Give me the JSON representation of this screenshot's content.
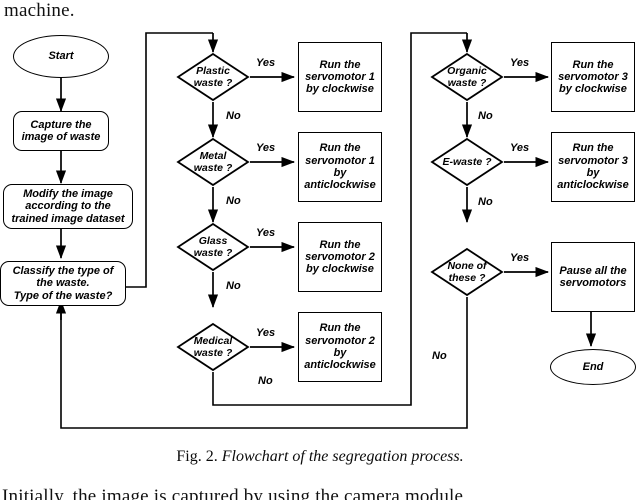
{
  "page": {
    "top_text": "machine.",
    "bottom_text": "Initially, the image is captured by using the camera module",
    "caption_label": "Fig. 2.",
    "caption_text": "Flowchart of the segregation process.",
    "ink_color": "#000000",
    "background_color": "#ffffff"
  },
  "flowchart": {
    "start": "Start",
    "end": "End",
    "steps": [
      {
        "id": "capture",
        "label": "Capture the\nimage of waste"
      },
      {
        "id": "modify",
        "label": "Modify the image\naccording to the\ntrained image dataset"
      },
      {
        "id": "classify",
        "label": "Classify the type of\nthe waste.\nType of the waste?"
      }
    ],
    "decisions": [
      {
        "id": "plastic",
        "label": "Plastic\nwaste ?",
        "yes": "Yes",
        "no": "No"
      },
      {
        "id": "metal",
        "label": "Metal\nwaste ?",
        "yes": "Yes",
        "no": "No"
      },
      {
        "id": "glass",
        "label": "Glass\nwaste ?",
        "yes": "Yes",
        "no": "No"
      },
      {
        "id": "medical",
        "label": "Medical\nwaste ?",
        "yes": "Yes",
        "no": "No"
      },
      {
        "id": "organic",
        "label": "Organic\nwaste ?",
        "yes": "Yes",
        "no": "No"
      },
      {
        "id": "ewaste",
        "label": "E-waste ?",
        "yes": "Yes",
        "no": "No"
      },
      {
        "id": "none",
        "label": "None of\nthese ?",
        "yes": "Yes",
        "no": "No"
      }
    ],
    "actions": [
      {
        "id": "servo1-cw",
        "label": "Run the\nservomotor 1\nby clockwise"
      },
      {
        "id": "servo1-ccw",
        "label": "Run the\nservomotor 1\nby\nanticlockwise"
      },
      {
        "id": "servo2-cw",
        "label": "Run the\nservomotor 2\nby clockwise"
      },
      {
        "id": "servo2-ccw",
        "label": "Run the\nservomotor 2\nby\nanticlockwise"
      },
      {
        "id": "servo3-cw",
        "label": "Run the\nservomotor 3\nby clockwise"
      },
      {
        "id": "servo3-ccw",
        "label": "Run the\nservomotor 3\nby\nanticlockwise"
      },
      {
        "id": "pause-all",
        "label": "Pause all the\nservomotors"
      }
    ]
  }
}
